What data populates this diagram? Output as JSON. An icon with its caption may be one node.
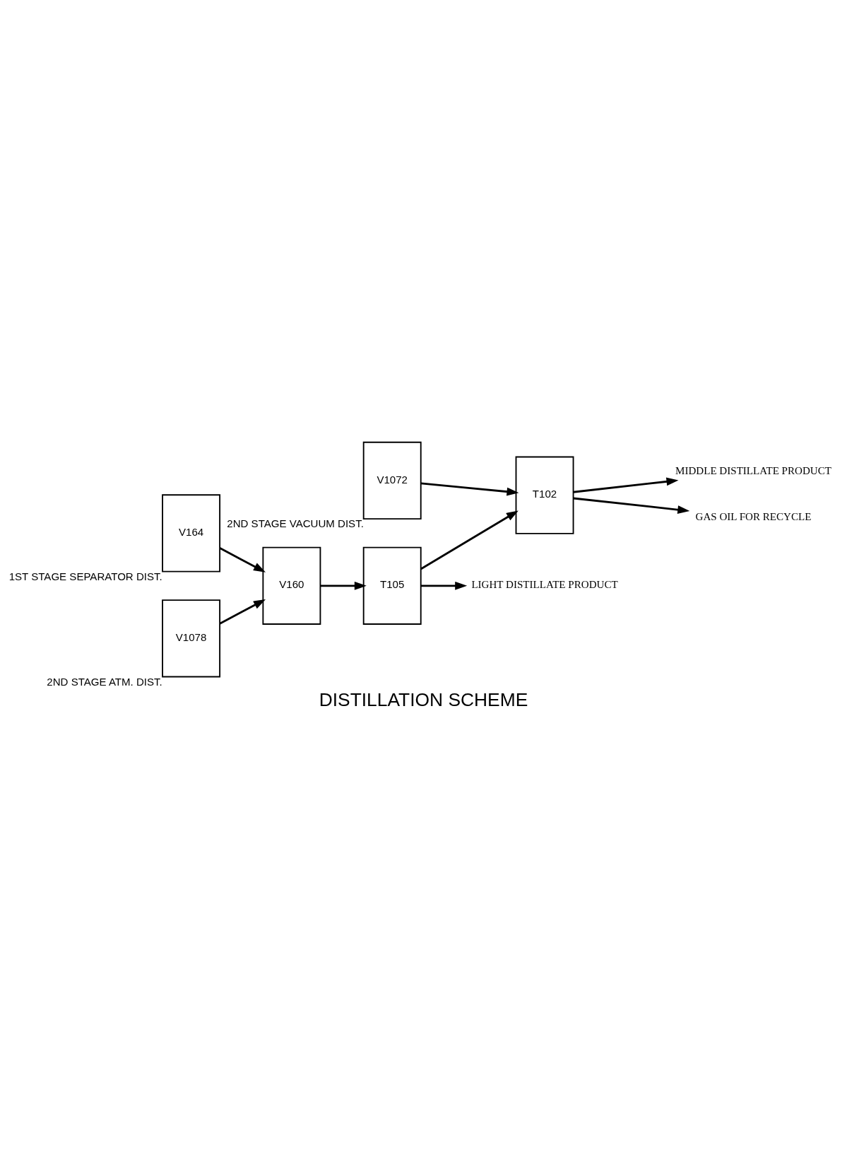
{
  "diagram": {
    "title": "DISTILLATION SCHEME",
    "nodes": [
      {
        "text": [
          "V164"
        ],
        "beside": [
          "1ST STAGE SEPARATOR DIST."
        ]
      },
      {
        "text": [
          "V1078"
        ],
        "beside": [
          "2ND STAGE ATM. DIST."
        ]
      },
      {
        "text": [
          "V160"
        ]
      },
      {
        "text": [
          "V1072"
        ],
        "beside": [
          "2ND STAGE VACUUM DIST."
        ]
      },
      {
        "text": [
          "T105"
        ]
      },
      {
        "text": [
          "T102"
        ]
      },
      {
        "text": [
          "LIGHT DISTILLATE PRODUCT"
        ]
      },
      {
        "text": [
          "MIDDLE DISTILLATE PRODUCT"
        ]
      },
      {
        "text": [
          "GAS OIL FOR RECYCLE"
        ]
      }
    ],
    "edges": [
      {
        "from": 0,
        "to": 2,
        "arrow": "to"
      },
      {
        "from": 1,
        "to": 2,
        "arrow": "to"
      },
      {
        "from": 2,
        "to": 4,
        "arrow": "to"
      },
      {
        "from": 4,
        "to": 5,
        "arrow": "to"
      },
      {
        "from": 3,
        "to": 5,
        "arrow": "to"
      },
      {
        "from": 4,
        "to": 6,
        "arrow": "to"
      },
      {
        "from": 5,
        "to": 7,
        "arrow": "to"
      },
      {
        "from": 5,
        "to": 8,
        "arrow": "to"
      }
    ]
  }
}
